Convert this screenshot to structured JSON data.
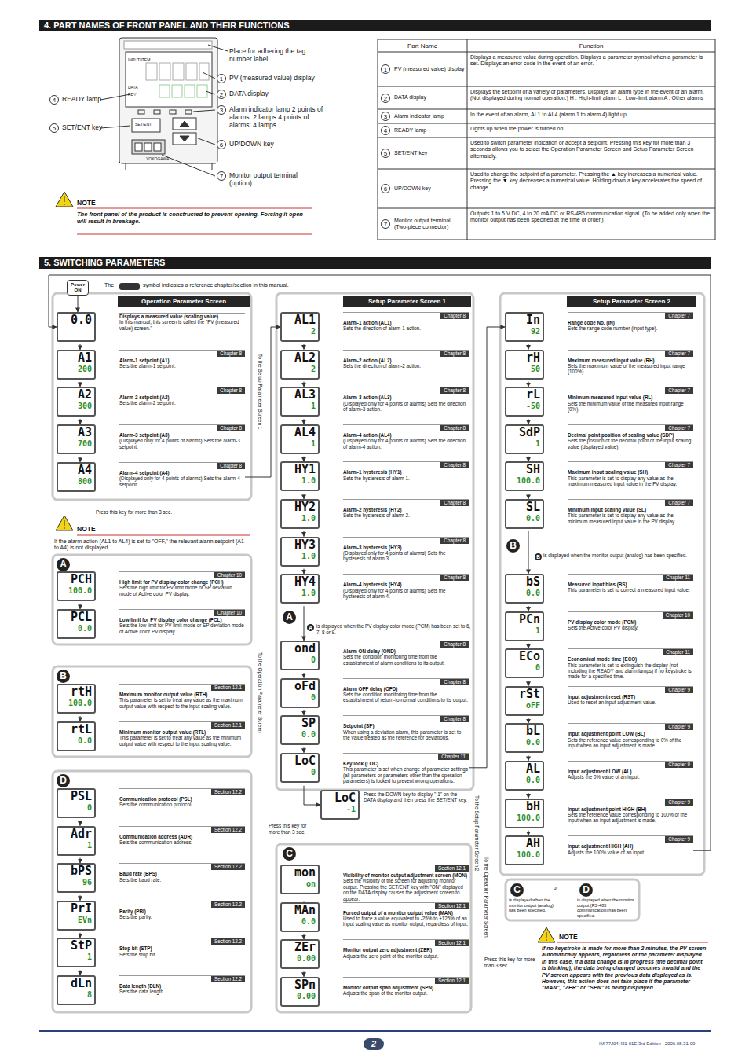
{
  "diagram": {
    "nodes": [
      {
        "text": [
          "Power ON"
        ]
      },
      {
        "text": [
          "Operation Parameter Screen"
        ]
      },
      {
        "text": [
          "Setup Parameter Screen 1"
        ]
      },
      {
        "text": [
          "Setup Parameter Screen 2"
        ]
      },
      {
        "text": [
          "0.0",
          "Displays a measured value (scaling value).",
          "In this manual, this screen is called the \"PV (measured value) screen.\""
        ]
      },
      {
        "text": [
          "A1",
          "200",
          "Chapter 8",
          "Alarm-1 setpoint (A1)",
          "Sets the alarm-1 setpoint."
        ]
      },
      {
        "text": [
          "A2",
          "300",
          "Chapter 8",
          "Alarm-2 setpoint (A2)",
          "Sets the alarm-2 setpoint."
        ]
      },
      {
        "text": [
          "A3",
          "700",
          "Chapter 8",
          "Alarm-3 setpoint (A3)",
          "(Displayed only for 4 points of alarms) Sets the alarm-3 setpoint."
        ]
      },
      {
        "text": [
          "A4",
          "800",
          "Chapter 8",
          "Alarm-4 setpoint (A4)",
          "(Displayed only for 4 points of alarms) Sets the alarm-4 setpoint."
        ]
      },
      {
        "text": [
          "PCH",
          "100.0",
          "Chapter 10",
          "High limit for PV display color change (PCH)",
          "Sets the high limit for PV limit mode or SP deviation mode of Active color PV display."
        ]
      },
      {
        "text": [
          "PCL",
          "0.0",
          "Chapter 10",
          "Low limit for PV display color change (PCL)",
          "Sets the low limit for PV limit mode or SP deviation mode of Active color PV display."
        ]
      },
      {
        "text": [
          "rtH",
          "100.0",
          "Section 12.1",
          "Maximum monitor output value (RTH)",
          "This parameter is set to treat any value as the maximum output value with respect to the input scaling value."
        ]
      },
      {
        "text": [
          "rtL",
          "0.0",
          "Section 12.1",
          "Minimum monitor output value (RTL)",
          "This parameter is set to treat any value as the minimum output value with respect to the input scaling value."
        ]
      },
      {
        "text": [
          "PSL",
          "0",
          "Section 12.2",
          "Communication protocol (PSL)",
          "Sets the communication protocol."
        ]
      },
      {
        "text": [
          "Adr",
          "1",
          "Section 12.2",
          "Communication address (ADR)",
          "Sets the communication address."
        ]
      },
      {
        "text": [
          "bPS",
          "96",
          "Section 12.2",
          "Baud rate (BPS)",
          "Sets the baud rate."
        ]
      },
      {
        "text": [
          "PrI",
          "EVn",
          "Section 12.2",
          "Parity (PRI)",
          "Sets the parity."
        ]
      },
      {
        "text": [
          "StP",
          "1",
          "Section 12.2",
          "Stop bit (STP)",
          "Sets the stop bit."
        ]
      },
      {
        "text": [
          "dLn",
          "8",
          "Section 12.2",
          "Data length (DLN)",
          "Sets the data length."
        ]
      },
      {
        "text": [
          "AL1",
          "2",
          "Chapter 8",
          "Alarm-1 action (AL1)",
          "Sets the direction of alarm-1 action."
        ]
      },
      {
        "text": [
          "AL2",
          "2",
          "Chapter 8",
          "Alarm-2 action (AL2)",
          "Sets the direction of alarm-2 action."
        ]
      },
      {
        "text": [
          "AL3",
          "1",
          "Chapter 8",
          "Alarm-3 action (AL3)",
          "(Displayed only for 4 points of alarms) Sets the direction of alarm-3 action."
        ]
      },
      {
        "text": [
          "AL4",
          "1",
          "Chapter 8",
          "Alarm-4 action (AL4)",
          "(Displayed only for 4 points of alarms) Sets the direction of alarm-4 action."
        ]
      },
      {
        "text": [
          "HY1",
          "1.0",
          "Chapter 8",
          "Alarm-1 hysteresis (HY1)",
          "Sets the hysteresis of alarm 1."
        ]
      },
      {
        "text": [
          "HY2",
          "1.0",
          "Chapter 8",
          "Alarm-2 hysteresis (HY2)",
          "Sets the hysteresis of alarm 2."
        ]
      },
      {
        "text": [
          "HY3",
          "1.0",
          "Chapter 8",
          "Alarm-3 hysteresis (HY3)",
          "(Displayed only for 4 points of alarms) Sets the hysteresis of alarm 3."
        ]
      },
      {
        "text": [
          "HY4",
          "1.0",
          "Chapter 8",
          "Alarm-4 hysteresis (HY4)",
          "(Displayed only for 4 points of alarms) Sets the hysteresis of alarm 4."
        ]
      },
      {
        "text": [
          "ond",
          "0",
          "Chapter 8",
          "Alarm ON delay (OND)",
          "Sets the condition monitoring time from the establishment of alarm conditions to its output."
        ]
      },
      {
        "text": [
          "oFd",
          "0",
          "Chapter 8",
          "Alarm OFF delay (OFD)",
          "Sets the condition monitoring time from the establishment of return-to-normal conditions to its output."
        ]
      },
      {
        "text": [
          "SP",
          "0.0",
          "Chapter 8",
          "Setpoint (SP)",
          "When using a deviation alarm, this parameter is set to the value treated as the reference for deviations."
        ]
      },
      {
        "text": [
          "LoC",
          "0",
          "Chapter 11",
          "Key lock (LOC)",
          "This parameter is set when change of parameter settings (all parameters or parameters other than the operation parameters) is locked to prevent wrong operations."
        ]
      },
      {
        "text": [
          "LoC",
          "-1",
          "Press the DOWN key to display \"-1\" on the DATA display and then press the SET/ENT key."
        ]
      },
      {
        "text": [
          "mon",
          "on",
          "Section 12.1",
          "Visibility of monitor output adjustment screen (MON)",
          "Sets the visibility of the screen for adjusting monitor output. Pressing the SET/ENT key with \"ON\" displayed on the DATA display causes the adjustment screen to appear."
        ]
      },
      {
        "text": [
          "MAn",
          "0.0",
          "Section 12.1",
          "Forced output of a monitor output value (MAN)",
          "Used to force a value equivalent to -25% to +125% of an input scaling value as monitor output, regardless of input."
        ]
      },
      {
        "text": [
          "ZEr",
          "0.00",
          "Section 12.1",
          "Monitor output zero adjustment (ZER)",
          "Adjusts the zero point of the monitor output."
        ]
      },
      {
        "text": [
          "SPn",
          "0.00",
          "Section 12.1",
          "Monitor output span adjustment (SPN)",
          "Adjusts the span of the monitor output."
        ]
      },
      {
        "text": [
          "In",
          "92",
          "Chapter 7",
          "Range code No. (IN)",
          "Sets the range code number (input type)."
        ]
      },
      {
        "text": [
          "rH",
          "50",
          "Chapter 7",
          "Maximum measured input value (RH)",
          "Sets the maximum value of the measured input range (100%)."
        ]
      },
      {
        "text": [
          "rL",
          "-50",
          "Chapter 7",
          "Minimum measured input value (RL)",
          "Sets the minimum value of the measured input range (0%)."
        ]
      },
      {
        "text": [
          "SdP",
          "1",
          "Chapter 7",
          "Decimal point position of scaling value (SDP)",
          "Sets the position of the decimal point of the input scaling value (displayed value)."
        ]
      },
      {
        "text": [
          "SH",
          "100.0",
          "Chapter 7",
          "Maximum input scaling value (SH)",
          "This parameter is set to display any value as the maximum measured input value in the PV display."
        ]
      },
      {
        "text": [
          "SL",
          "0.0",
          "Chapter 7",
          "Minimum input scaling value (SL)",
          "This parameter is set to display any value as the minimum measured input value in the PV display."
        ]
      },
      {
        "text": [
          "bS",
          "0.0",
          "Chapter 11",
          "Measured input bias (BS)",
          "This parameter is set to correct a measured input value."
        ]
      },
      {
        "text": [
          "PCn",
          "1",
          "Chapter 10",
          "PV display color mode (PCM)",
          "Sets the Active color PV display."
        ]
      },
      {
        "text": [
          "ECo",
          "0",
          "Chapter 11",
          "Economical mode time (ECO)",
          "This parameter is set to extinguish the display (not including the READY and alarm lamps) if no keystroke is made for a specified time."
        ]
      },
      {
        "text": [
          "rSt",
          "oFF",
          "Chapter 9",
          "Input adjustment reset (RST)",
          "Used to reset an input adjustment value."
        ]
      },
      {
        "text": [
          "bL",
          "0.0",
          "Chapter 9",
          "Input adjustment point LOW (BL)",
          "Sets the reference value corresponding to 0% of the input when an input adjustment is made."
        ]
      },
      {
        "text": [
          "AL",
          "0.0",
          "Chapter 9",
          "Input adjustment LOW (AL)",
          "Adjusts the 0% value of an input."
        ]
      },
      {
        "text": [
          "bH",
          "100.0",
          "Chapter 9",
          "Input adjustment point HIGH (BH)",
          "Sets the reference value corresponding to 100% of the input when an input adjustment is made."
        ]
      },
      {
        "text": [
          "AH",
          "100.0",
          "Chapter 9",
          "Input adjustment HIGH (AH)",
          "Adjusts the 100% value of an input."
        ]
      }
    ],
    "edges": [
      {
        "from": 0,
        "to": 4,
        "arrow": "to"
      },
      {
        "from": 4,
        "to": 5,
        "arrow": "to"
      },
      {
        "from": 5,
        "to": 6,
        "arrow": "to"
      },
      {
        "from": 6,
        "to": 7,
        "arrow": "to"
      },
      {
        "from": 7,
        "to": 8,
        "arrow": "to"
      },
      {
        "from": 9,
        "to": 10,
        "arrow": "to"
      },
      {
        "from": 11,
        "to": 12,
        "arrow": "to"
      },
      {
        "from": 13,
        "to": 14,
        "arrow": "to"
      },
      {
        "from": 14,
        "to": 15,
        "arrow": "to"
      },
      {
        "from": 15,
        "to": 16,
        "arrow": "to"
      },
      {
        "from": 16,
        "to": 17,
        "arrow": "to"
      },
      {
        "from": 17,
        "to": 18,
        "arrow": "to"
      },
      {
        "from": 19,
        "to": 20,
        "arrow": "to"
      },
      {
        "from": 20,
        "to": 21,
        "arrow": "to"
      },
      {
        "from": 21,
        "to": 22,
        "arrow": "to"
      },
      {
        "from": 22,
        "to": 23,
        "arrow": "to"
      },
      {
        "from": 23,
        "to": 24,
        "arrow": "to"
      },
      {
        "from": 24,
        "to": 25,
        "arrow": "to"
      },
      {
        "from": 25,
        "to": 26,
        "arrow": "to"
      },
      {
        "from": 26,
        "to": 27,
        "arrow": "to"
      },
      {
        "from": 27,
        "to": 28,
        "arrow": "to"
      },
      {
        "from": 28,
        "to": 29,
        "arrow": "to"
      },
      {
        "from": 29,
        "to": 30,
        "arrow": "to"
      },
      {
        "from": 30,
        "to": 31,
        "arrow": "to"
      },
      {
        "from": 32,
        "to": 33,
        "arrow": "to"
      },
      {
        "from": 33,
        "to": 34,
        "arrow": "to"
      },
      {
        "from": 34,
        "to": 35,
        "arrow": "to"
      },
      {
        "from": 36,
        "to": 37,
        "arrow": "to"
      },
      {
        "from": 37,
        "to": 38,
        "arrow": "to"
      },
      {
        "from": 38,
        "to": 39,
        "arrow": "to"
      },
      {
        "from": 39,
        "to": 40,
        "arrow": "to"
      },
      {
        "from": 40,
        "to": 41,
        "arrow": "to"
      },
      {
        "from": 41,
        "to": 42,
        "arrow": "to"
      },
      {
        "from": 42,
        "to": 43,
        "arrow": "to"
      },
      {
        "from": 43,
        "to": 44,
        "arrow": "to"
      },
      {
        "from": 44,
        "to": 45,
        "arrow": "to"
      },
      {
        "from": 45,
        "to": 46,
        "arrow": "to"
      },
      {
        "from": 46,
        "to": 47,
        "arrow": "to"
      },
      {
        "from": 47,
        "to": 48,
        "arrow": "to"
      },
      {
        "from": 48,
        "to": 49,
        "arrow": "to"
      },
      {
        "from": 8,
        "to": 19,
        "arrow": "to"
      },
      {
        "from": 30,
        "to": 36,
        "arrow": "to"
      },
      {
        "from": 49,
        "to": 4,
        "arrow": "to"
      }
    ],
    "labels": [
      "4. PART NAMES OF FRONT PANEL AND THEIR FUNCTIONS",
      "INPUT/ITEM",
      "DATA",
      "RDY",
      "SET/ENT",
      "YOKOGAWA",
      "Place for adhering the tag number label",
      "1",
      "PV (measured value) display",
      "2",
      "DATA display",
      "3",
      "Alarm indicator lamp 2 points of alarms: 2 lamps 4 points of alarms: 4 lamps",
      "4",
      "READY lamp",
      "5",
      "SET/ENT key",
      "6",
      "UP/DOWN key",
      "7",
      "Monitor output terminal (option)",
      "NOTE",
      "The front panel of the product is constructed to prevent opening. Forcing it open will result in breakage.",
      "Part Name",
      "Function",
      "1",
      "PV (measured value) display",
      "Displays a measured value during operation. Displays a parameter symbol when a parameter is set. Displays an error code in the event of an error.",
      "2",
      "DATA display",
      "Displays the setpoint of a variety of parameters. Displays an alarm type in the event of an alarm. (Not displayed during normal operation.) H : High-limit alarm L : Low-limit alarm A : Other alarms",
      "3",
      "Alarm indicator lamp",
      "In the event of an alarm, AL1 to AL4 (alarm 1 to alarm 4) light up.",
      "4",
      "READY lamp",
      "Lights up when the power is turned on.",
      "5",
      "SET/ENT key",
      "Used to switch parameter indication or accept a setpoint. Pressing this key for more than 3 seconds allows you to select the Operation Parameter Screen and Setup Parameter Screen alternately.",
      "6",
      "UP/DOWN key",
      "Used to change the setpoint of a parameter. Pressing the ▲ key increases a numerical value. Pressing the ▼ key decreases a numerical value. Holding down a key accelerates the speed of change.",
      "7",
      "Monitor output terminal (Two-piece connector)",
      "Outputs 1 to 5 V DC, 4 to 20 mA DC or RS-485 communication signal. (To be added only when the monitor output has been specified at the time of order.)",
      "5. SWITCHING PARAMETERS",
      "The",
      "symbol indicates a reference chapter/section in this manual.",
      "Press this key for more than 3 sec.",
      "NOTE",
      "If the alarm action (AL1 to AL4) is set to \"OFF,\" the relevant alarm setpoint (A1 to A4) is not displayed.",
      "A",
      "B",
      "D",
      "To the Setup Parameter Screen 1",
      "To the Operation Parameter Screen",
      "A",
      "A",
      "is displayed when the PV display color mode (PCM) has been set to 6, 7, 8 or 9.",
      "Press this key for more than 3 sec.",
      "C",
      "To the Setup Parameter Screen 2",
      "To the Operation Parameter Screen",
      "B",
      "B",
      "is displayed when the monitor output (analog) has been specified.",
      "C",
      "is displayed when the monitor output (analog) has been specified.",
      "or",
      "D",
      "is displayed when the monitor output (RS-485 communication) has been specified.",
      "Press this key for more than 3 sec.",
      "NOTE",
      "If no keystroke is made for more than 2 minutes, the PV screen automatically appears, regardless of the parameter displayed. In this case, if a data change is in progress (the decimal point is blinking), the data being changed becomes invalid and the PV screen appears with the previous data displayed as is. However, this action does not take place if the parameter \"MAN\", \"ZER\" or \"SPN\" is being displayed.",
      "2",
      "IM 77J04H31-01E 3rd Edition : 2006.08.31-00"
    ]
  }
}
